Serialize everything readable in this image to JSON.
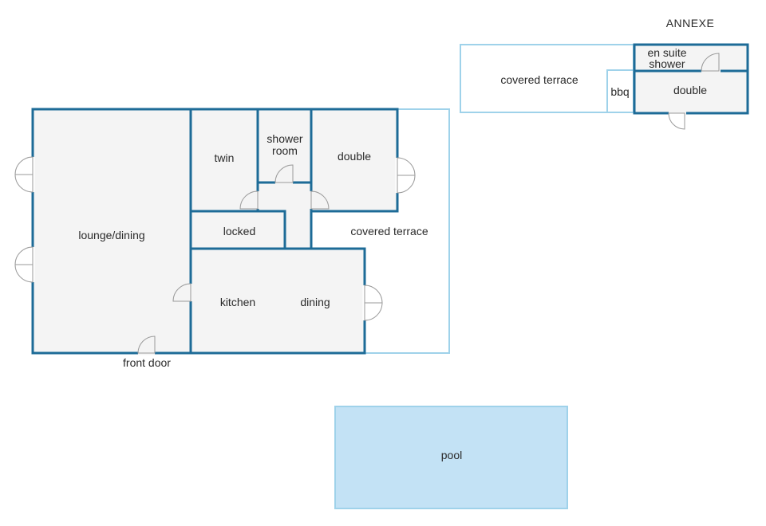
{
  "colors": {
    "wall": "#1d6b97",
    "outline_light": "#9fd2ea",
    "room_fill": "#f4f4f4",
    "pool_fill": "#c3e2f5",
    "door": "#9a9a9a"
  },
  "annexe": {
    "title": "ANNEXE",
    "covered_terrace": "covered terrace",
    "bbq": "bbq",
    "en_suite_line1": "en suite",
    "en_suite_line2": "shower",
    "double": "double"
  },
  "house": {
    "lounge_dining": "lounge/dining",
    "twin": "twin",
    "shower_room_line1": "shower",
    "shower_room_line2": "room",
    "double": "double",
    "locked": "locked",
    "covered_terrace": "covered terrace",
    "kitchen": "kitchen",
    "dining": "dining",
    "front_door": "front door"
  },
  "pool": {
    "label": "pool"
  }
}
